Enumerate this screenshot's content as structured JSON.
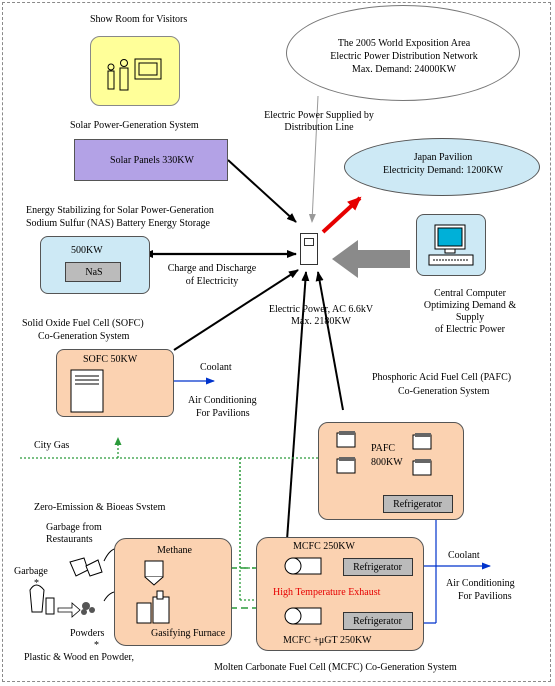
{
  "showroom": {
    "title": "Show Room for Visitors"
  },
  "solar": {
    "system_label": "Solar Power-Generation System",
    "panels_label": "Solar Panels 330KW"
  },
  "expo": {
    "line1": "The 2005 World Exposition Area",
    "line2": "Electric Power Distribution Network",
    "line3": "Max. Demand: 24000KW"
  },
  "distribution": {
    "line1": "Electric Power Supplied by",
    "line2": "Distribution Line"
  },
  "japan": {
    "line1": "Japan Pavilion",
    "line2": "Electricity Demand: 1200KW"
  },
  "nas": {
    "title1": "Energy Stabilizing for Solar Power-Generation",
    "title2": "Sodium Sulfur (NAS) Battery Energy Storage",
    "capacity": "500KW",
    "label": "NaS",
    "charge1": "Charge and Discharge",
    "charge2": "of Electricity"
  },
  "computer": {
    "line1": "Central Computer",
    "line2": "Optimizing Demand &",
    "line3": "Supply",
    "line4": "of  Electric Power"
  },
  "sofc": {
    "title1": "Solid Oxide Fuel Cell (SOFC)",
    "title2": "Co-Generation System",
    "label": "SOFC  50KW",
    "coolant": "Coolant",
    "aircon1": "Air Conditioning",
    "aircon2": "For Pavilions"
  },
  "ac_power": {
    "line1": "Electric Power, AC 6.6kV",
    "line2": "Max. 2180KW"
  },
  "pafc": {
    "title1": "Phosphoric Acid Fuel Cell (PAFC)",
    "title2": "Co-Generation System",
    "label1": "PAFC",
    "label2": "800KW",
    "refrigerator": "Refrigerator"
  },
  "city_gas": "City Gas",
  "zero_emission": {
    "title": "Zero-Emission & Bioeas Svstem",
    "garbage_from1": "Garbage from",
    "garbage_from2": "Restaurants",
    "garbage": "Garbage",
    "methane": "Methane",
    "powders": "Powders",
    "plastic": "Plastic & Wood en Powder,",
    "gasifying": "Gasifying Furnace",
    "star1": "*",
    "star2": "*"
  },
  "mcfc": {
    "label_top": "MCFC 250KW",
    "refrigerator1": "Refrigerator",
    "exhaust": "High Temperature Exhaust",
    "refrigerator2": "Refrigerator",
    "label_bottom": "MCFC +μGT  250KW",
    "system_title": "Molten Carbonate Fuel Cell (MCFC) Co-Generation System",
    "coolant": "Coolant",
    "aircon1": "Air Conditioning",
    "aircon2": "For Pavilions"
  },
  "colors": {
    "yellow_box": "#ffff99",
    "purple_box": "#b3a2e6",
    "blue_box": "#cde9f5",
    "peach_box": "#fbd2b1",
    "green_flow": "#2a9a3a",
    "red_arrow": "#e60000",
    "blue_arrow": "#0033cc"
  }
}
